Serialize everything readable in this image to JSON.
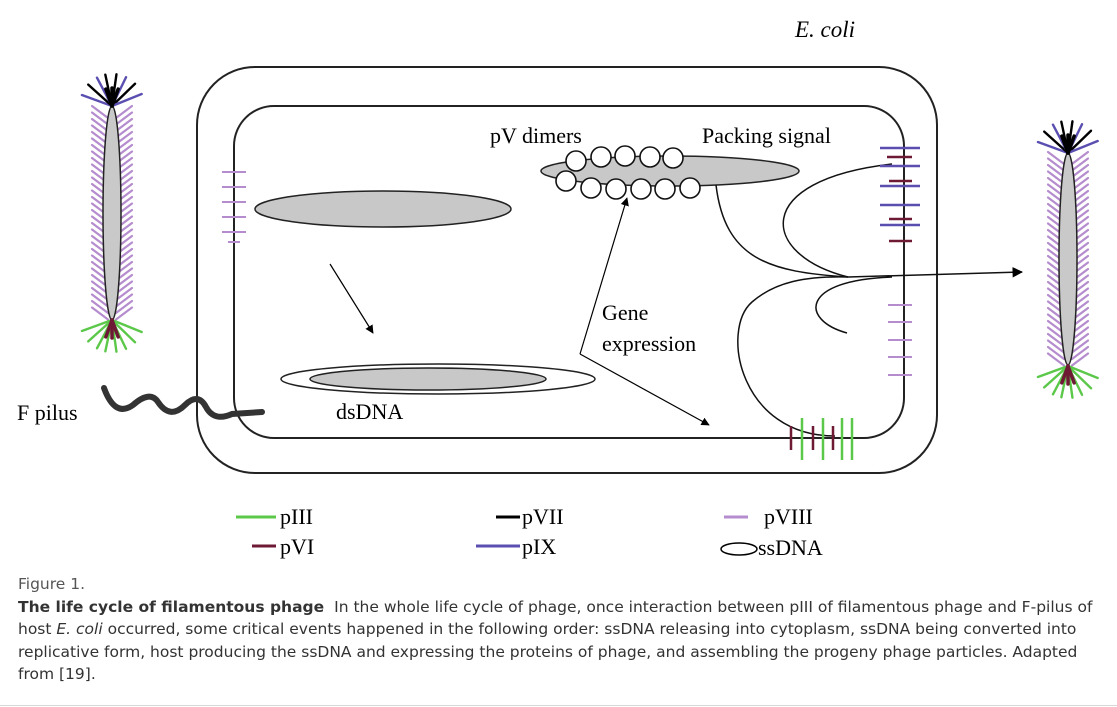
{
  "figure": {
    "organism_label": "E. coli",
    "labels": {
      "pv_dimers": "pV dimers",
      "packing_signal": "Packing signal",
      "gene_expression_line1": "Gene",
      "gene_expression_line2": "expression",
      "f_pilus": "F pilus",
      "dsdna": "dsDNA"
    },
    "legend": [
      {
        "label": "pIII",
        "color": "#5cc84a"
      },
      {
        "label": "pVI",
        "color": "#6e1a34"
      },
      {
        "label": "pVII",
        "color": "#000000"
      },
      {
        "label": "pIX",
        "color": "#5a4fb0"
      },
      {
        "label": "pVIII",
        "color": "#b58cce"
      },
      {
        "label": "ssDNA",
        "icon": "ellipse"
      }
    ]
  },
  "caption": {
    "figure_label": "Figure 1.",
    "title": "The life cycle of filamentous phage",
    "text_part1": "In the whole life cycle of phage, once interaction between pIII of filamentous phage and F-pilus of host ",
    "text_italic": "E. coli",
    "text_part2": " occurred, some critical events happened in the following order: ssDNA releasing into cytoplasm, ssDNA being converted into replicative form, host producing the ssDNA and expressing the proteins of phage, and assembling the progeny phage particles. Adapted from [19]."
  }
}
